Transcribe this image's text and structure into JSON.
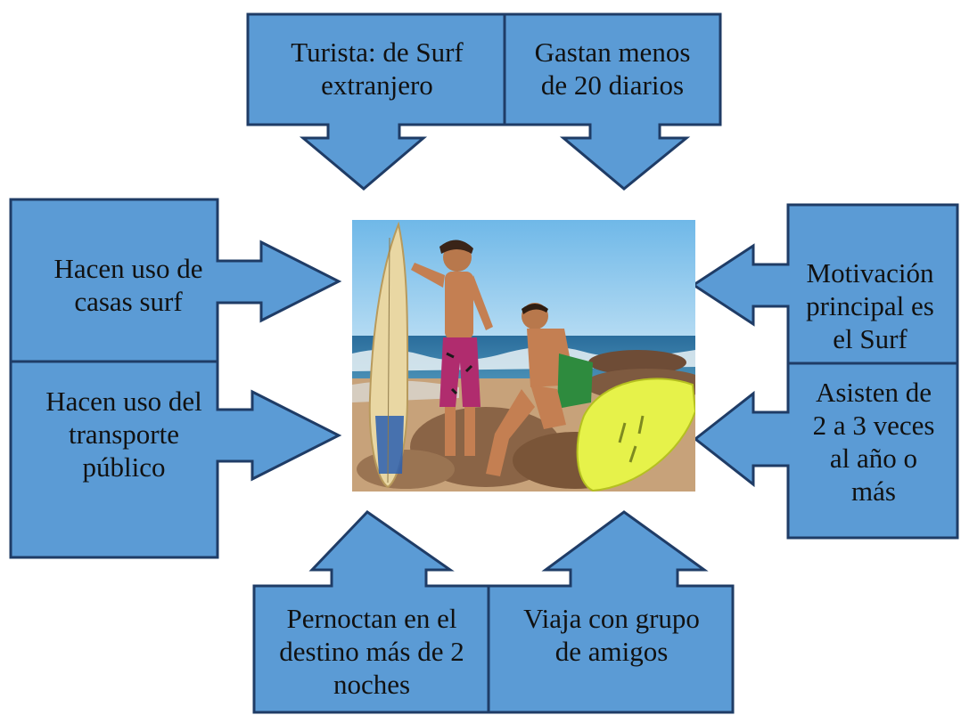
{
  "colors": {
    "callout_fill": "#5b9bd5",
    "callout_stroke": "#1f3c66",
    "sky": "#86c5ec",
    "sea": "#2f6f9a",
    "sand": "#c9a47a",
    "rock": "#7a5a42",
    "skin": "#c78455",
    "board_left": "#e8d7a6",
    "board_right": "#e6f24a",
    "shorts_pink": "#c0307a",
    "shorts_green": "#2e8b3e"
  },
  "center_image": {
    "icon": "surfers-photo-icon",
    "subject": "two surfers on a beach with surfboards"
  },
  "callouts": {
    "top_left": {
      "lines": [
        "Turista: de Surf",
        "extranjero"
      ]
    },
    "top_right": {
      "lines": [
        "Gastan menos",
        "de 20 diarios"
      ]
    },
    "left_upper": {
      "lines": [
        "Hacen uso de",
        "casas surf"
      ]
    },
    "left_lower": {
      "lines": [
        "Hacen uso del",
        "transporte",
        "público"
      ]
    },
    "right_upper": {
      "lines": [
        "Motivación",
        "principal es",
        "el Surf"
      ]
    },
    "right_lower": {
      "lines": [
        "Asisten  de",
        "2 a 3 veces",
        "al año o",
        "más"
      ]
    },
    "bottom_left": {
      "lines": [
        "Pernoctan en el",
        "destino más de 2",
        "noches"
      ]
    },
    "bottom_right": {
      "lines": [
        "Viaja con grupo",
        "de amigos"
      ]
    }
  }
}
